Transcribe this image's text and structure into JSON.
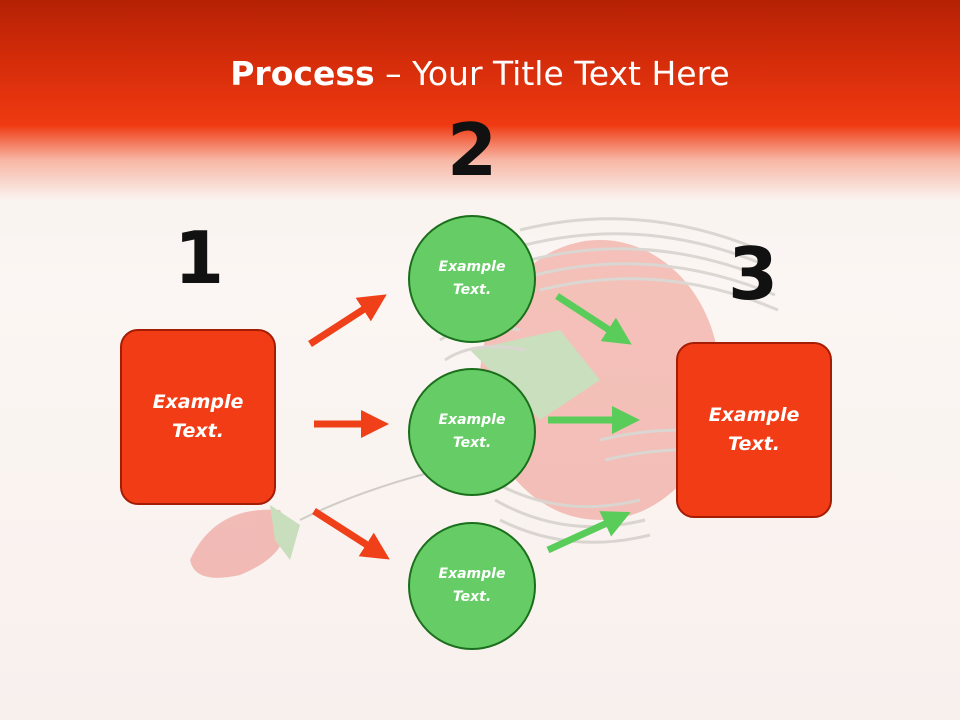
{
  "slide": {
    "title_bold": "Process",
    "title_rest": " – Your Title Text Here",
    "colors": {
      "banner": "#ef3a12",
      "box_fill": "#f23c16",
      "box_border": "#a41c04",
      "circle_fill": "#66cc66",
      "circle_border": "#1b6e1b",
      "arrow_red": "#f0401a",
      "arrow_green": "#5acc5a"
    },
    "steps": [
      {
        "number": "1",
        "text": "Example Text."
      },
      {
        "number": "2",
        "text": [
          "Example Text.",
          "Example Text.",
          "Example Text."
        ]
      },
      {
        "number": "3",
        "text": "Example Text."
      }
    ],
    "background_image": "strawberry-pincushion-with-safety-pins"
  }
}
